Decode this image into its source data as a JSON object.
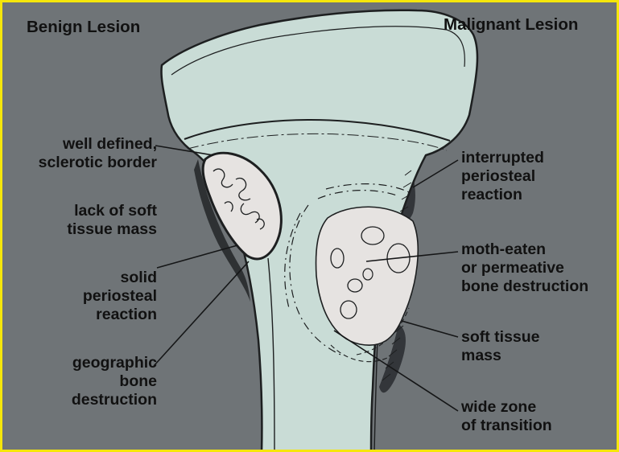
{
  "headings": {
    "benign": "Benign Lesion",
    "malignant": "Malignant Lesion"
  },
  "benign_labels": {
    "border": [
      "well defined,",
      "sclerotic border"
    ],
    "soft_tissue": [
      "lack of soft",
      "tissue mass"
    ],
    "periosteal": [
      "solid",
      "periosteal",
      "reaction"
    ],
    "destruction": [
      "geographic",
      "bone",
      "destruction"
    ]
  },
  "malignant_labels": {
    "periosteal": [
      "interrupted",
      "periosteal",
      "reaction"
    ],
    "destruction": [
      "moth-eaten",
      "or permeative",
      "bone destruction"
    ],
    "soft_tissue": [
      "soft tissue",
      "mass"
    ],
    "transition": [
      "wide zone",
      "of transition"
    ]
  },
  "colors": {
    "frame": "#f5e60a",
    "background": "#6f7477",
    "bone": "#c9dcd6",
    "lesion": "#e6e3e1",
    "shadow": "#2e3133",
    "ink": "#111111"
  }
}
